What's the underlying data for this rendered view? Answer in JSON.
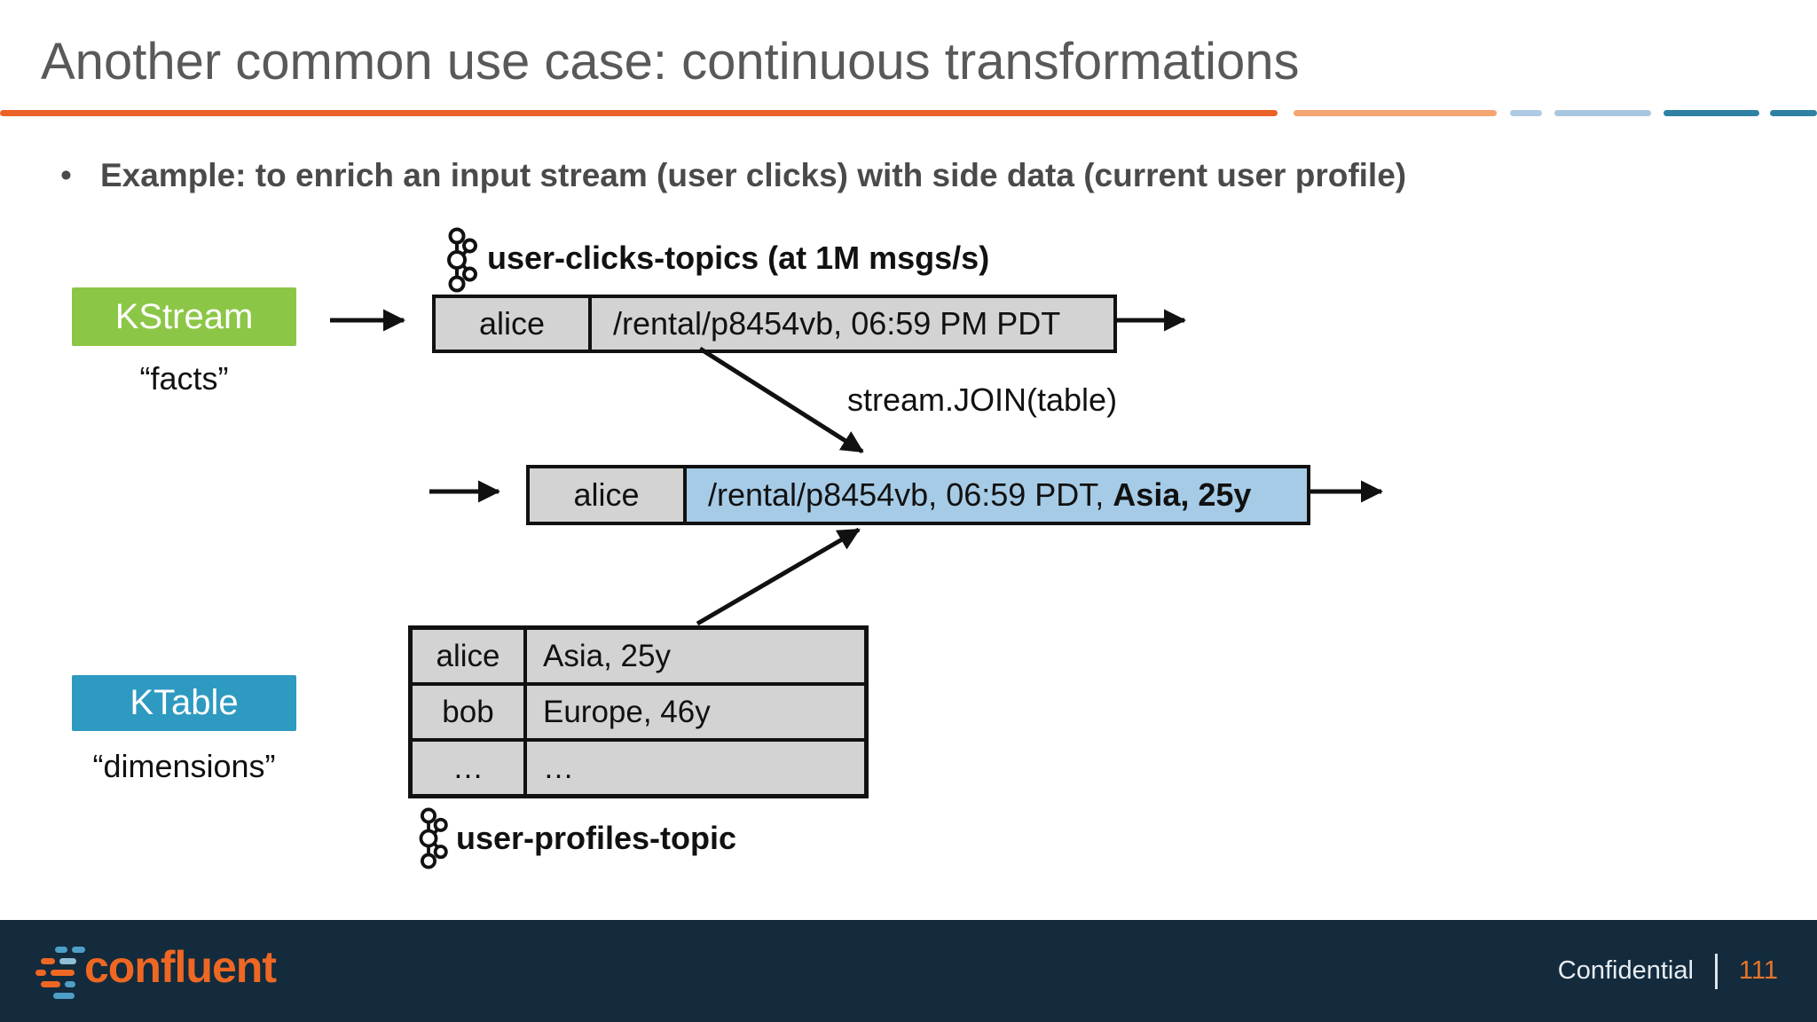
{
  "slide": {
    "title": "Another common use case: continuous transformations",
    "bullet_marker": "•",
    "bullet": "Example: to enrich an input stream (user clicks) with side data (current user profile)"
  },
  "diagram": {
    "stream_topic_label": "user-clicks-topics (at 1M msgs/s)",
    "table_topic_label": "user-profiles-topic",
    "kstream": {
      "label": "KStream",
      "caption": "“facts”"
    },
    "ktable": {
      "label": "KTable",
      "caption": "“dimensions”"
    },
    "input_record": {
      "key": "alice",
      "value": "/rental/p8454vb, 06:59 PM PDT"
    },
    "join_label": "stream.JOIN(table)",
    "joined_record": {
      "key": "alice",
      "value_prefix": "/rental/p8454vb, 06:59 PDT, ",
      "value_bold": "Asia, 25y"
    },
    "profiles_table": {
      "rows": [
        {
          "key": "alice",
          "value": "Asia, 25y"
        },
        {
          "key": "bob",
          "value": "Europe, 46y"
        },
        {
          "key": "…",
          "value": "…"
        }
      ]
    }
  },
  "footer": {
    "brand": "confluent",
    "confidential_label": "Confidential",
    "page_number": "111"
  },
  "theme": {
    "accent_orange": "#EC6226",
    "accent_orange_light": "#F5A571",
    "accent_blue_light": "#A9C8E0",
    "accent_teal": "#2E81A3",
    "kstream_green": "#8CC646",
    "ktable_blue": "#2E9AC1",
    "record_gray": "#D3D3D3",
    "joined_blue": "#A6CBE6",
    "footer_navy": "#132B3D",
    "title_gray": "#58595B"
  }
}
